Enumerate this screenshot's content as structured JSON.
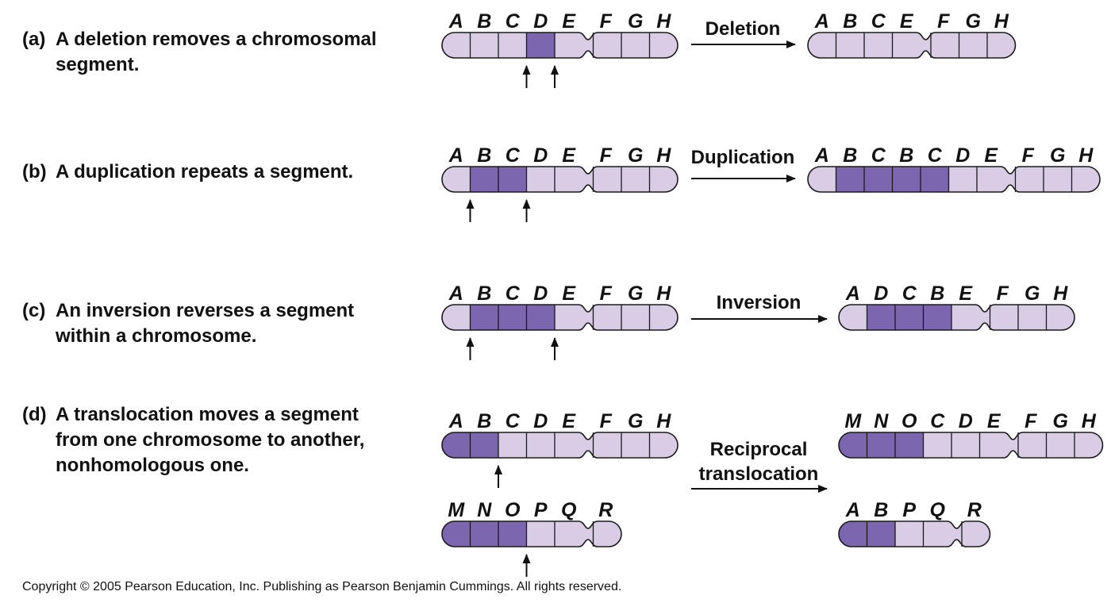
{
  "colors": {
    "normal": "#d9cde6",
    "highlight": "#7d66b0",
    "outline": "#1a1a1a"
  },
  "panels": [
    {
      "id": "a",
      "tag": "(a)",
      "description": "A deletion removes a chromosomal\nsegment.",
      "operation": "Deletion",
      "before": [
        {
          "segments": [
            "A",
            "B",
            "C",
            "D",
            "E",
            "F",
            "G",
            "H"
          ],
          "highlighted": [
            "D"
          ],
          "centromere_after": "E",
          "breakpoints_after": [
            "C",
            "D"
          ]
        }
      ],
      "after": [
        {
          "segments": [
            "A",
            "B",
            "C",
            "E",
            "F",
            "G",
            "H"
          ],
          "highlighted": [],
          "centromere_after": "E"
        }
      ]
    },
    {
      "id": "b",
      "tag": "(b)",
      "description": "A duplication repeats a segment.",
      "operation": "Duplication",
      "before": [
        {
          "segments": [
            "A",
            "B",
            "C",
            "D",
            "E",
            "F",
            "G",
            "H"
          ],
          "highlighted": [
            1,
            2
          ],
          "centromere_after": "E",
          "breakpoints_after": [
            "A",
            "C"
          ]
        }
      ],
      "after": [
        {
          "segments": [
            "A",
            "B",
            "C",
            "B",
            "C",
            "D",
            "E",
            "F",
            "G",
            "H"
          ],
          "highlighted": [
            1,
            2,
            3,
            4
          ],
          "centromere_after": "E"
        }
      ]
    },
    {
      "id": "c",
      "tag": "(c)",
      "description": "An inversion reverses a segment\nwithin a chromosome.",
      "operation": "Inversion",
      "before": [
        {
          "segments": [
            "A",
            "B",
            "C",
            "D",
            "E",
            "F",
            "G",
            "H"
          ],
          "highlighted": [
            1,
            2,
            3
          ],
          "centromere_after": "E",
          "breakpoints_after": [
            "A",
            "D"
          ]
        }
      ],
      "after": [
        {
          "segments": [
            "A",
            "D",
            "C",
            "B",
            "E",
            "F",
            "G",
            "H"
          ],
          "highlighted": [
            1,
            2,
            3
          ],
          "centromere_after": "E"
        }
      ]
    },
    {
      "id": "d",
      "tag": "(d)",
      "description": "A translocation moves a segment\nfrom one chromosome to another,\nnonhomologous one.",
      "operation": "Reciprocal\ntranslocation",
      "before": [
        {
          "segments": [
            "A",
            "B",
            "C",
            "D",
            "E",
            "F",
            "G",
            "H"
          ],
          "highlighted": [
            0,
            1
          ],
          "centromere_after": "E",
          "breakpoints_after": [
            "B"
          ]
        },
        {
          "segments": [
            "M",
            "N",
            "O",
            "P",
            "Q",
            "R"
          ],
          "highlighted": [
            0,
            1,
            2
          ],
          "centromere_after": "Q",
          "breakpoints_after": [
            "O"
          ]
        }
      ],
      "after": [
        {
          "segments": [
            "M",
            "N",
            "O",
            "C",
            "D",
            "E",
            "F",
            "G",
            "H"
          ],
          "highlighted": [
            0,
            1,
            2
          ],
          "centromere_after": "E"
        },
        {
          "segments": [
            "A",
            "B",
            "P",
            "Q",
            "R"
          ],
          "highlighted": [
            0,
            1
          ],
          "centromere_after": "Q"
        }
      ]
    }
  ],
  "copyright": "Copyright ©  2005 Pearson Education, Inc. Publishing as Pearson Benjamin Cummings. All rights reserved."
}
